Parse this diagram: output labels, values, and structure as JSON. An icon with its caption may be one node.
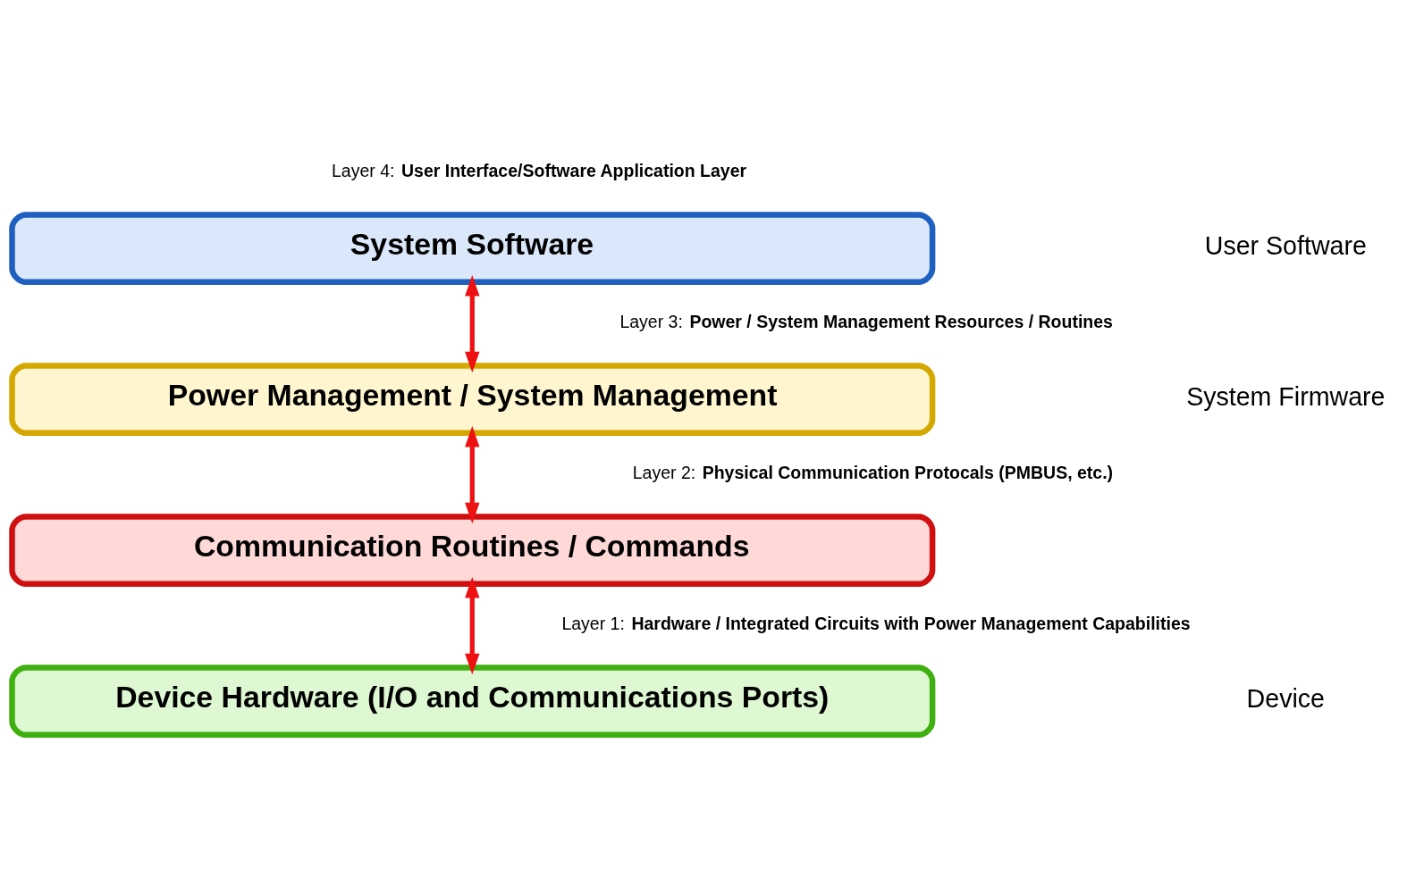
{
  "diagram": {
    "nodes": [
      {
        "text": [
          "System Software"
        ],
        "beside": [
          "Layer 4:",
          "User Interface/Software Application Layer"
        ]
      },
      {
        "text": [
          "Power Management / System Management"
        ],
        "beside": [
          "Layer 3:",
          "Power / System Management Resources / Routines"
        ]
      },
      {
        "text": [
          "Communication Routines / Commands"
        ],
        "beside": [
          "Layer 2:",
          "Physical Communication Protocals (PMBUS, etc.)"
        ]
      },
      {
        "text": [
          "Device Hardware (I/O and Communications Ports)"
        ],
        "beside": [
          "Layer 1:",
          "Hardware / Integrated Circuits with Power Management Capabilities"
        ]
      }
    ],
    "edges": [
      {
        "from": 0,
        "to": 1,
        "arrow": "both"
      },
      {
        "from": 1,
        "to": 2,
        "arrow": "both"
      },
      {
        "from": 2,
        "to": 3,
        "arrow": "both"
      }
    ],
    "labels": [
      "User Software",
      "System Firmware",
      "Device"
    ]
  }
}
